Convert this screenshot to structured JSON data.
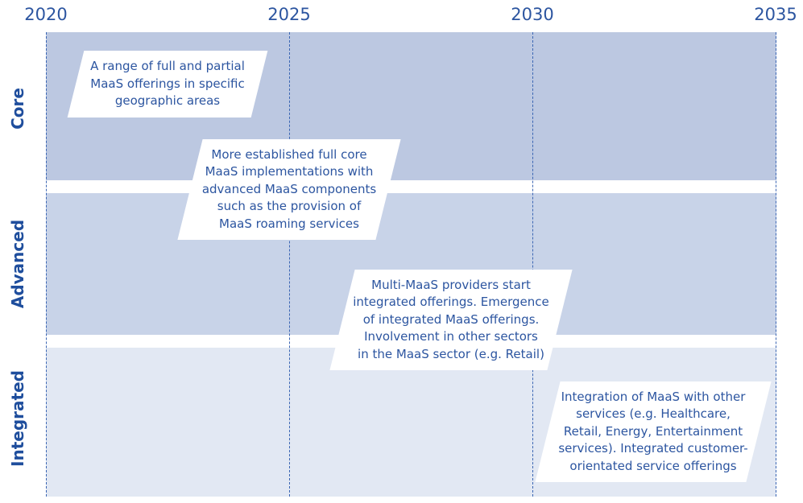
{
  "timeline": {
    "years": [
      "2020",
      "2025",
      "2030",
      "2035"
    ]
  },
  "rows": {
    "core": "Core",
    "advanced": "Advanced",
    "integrated": "Integrated"
  },
  "notes": {
    "n1": "A range of full and partial\nMaaS offerings in specific\ngeographic areas",
    "n2": "More established full core\nMaaS implementations with\nadvanced MaaS components\nsuch as the provision of\nMaaS roaming services",
    "n3": "Multi-MaaS providers start\nintegrated offerings. Emergence\nof integrated MaaS offerings.\nInvolvement in other sectors\nin the MaaS sector (e.g. Retail)",
    "n4": "Integration of MaaS with other\nservices (e.g. Healthcare,\nRetail, Energy, Entertainment\nservices). Integrated customer-\norientated service offerings"
  },
  "colors": {
    "core_band": "#bcc8e1",
    "advanced_band": "#c8d3e8",
    "integrated_band": "#e2e8f3",
    "text": "#2c55a0",
    "label": "#1f4e9d"
  }
}
